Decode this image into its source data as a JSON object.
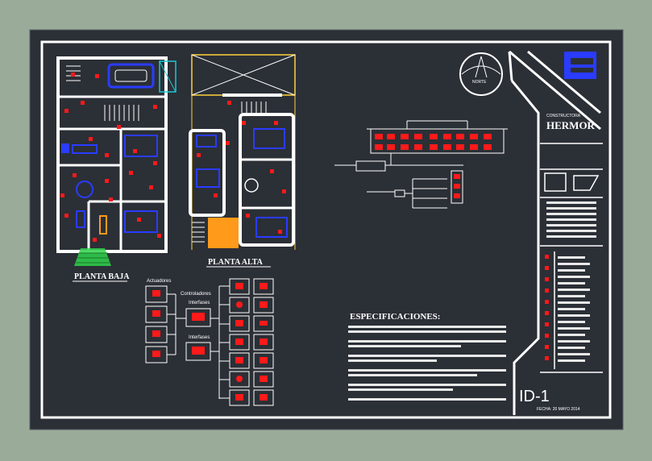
{
  "colors": {
    "page": "#9aab9a",
    "sheet": "#2b2f36",
    "frame": "#ffffff",
    "wall": "#ffffff",
    "accent_red": "#ff1a1a",
    "accent_blue": "#2a3cff",
    "accent_cyan": "#19c8d2",
    "accent_yellow": "#ffd23c",
    "accent_orange": "#ff9a1a",
    "accent_green": "#2fd24b"
  },
  "floor_plans": {
    "ground_label": "PLANTA BAJA",
    "upper_label": "PLANTA ALTA"
  },
  "legend": {
    "actuators_label": "Actuadores",
    "controllers_label": "Controladores",
    "interfaces_label_1": "Interfases",
    "interfaces_label_2": "Interfases"
  },
  "compass": {
    "label": "NORTE"
  },
  "specifications": {
    "title": "ESPECIFICACIONES:"
  },
  "title_block": {
    "company_small": "CONSTRUCTORA",
    "company_name": "HERMOR",
    "drawing_id": "ID-1",
    "date": "FECHA: 20 MAYO 2014"
  }
}
